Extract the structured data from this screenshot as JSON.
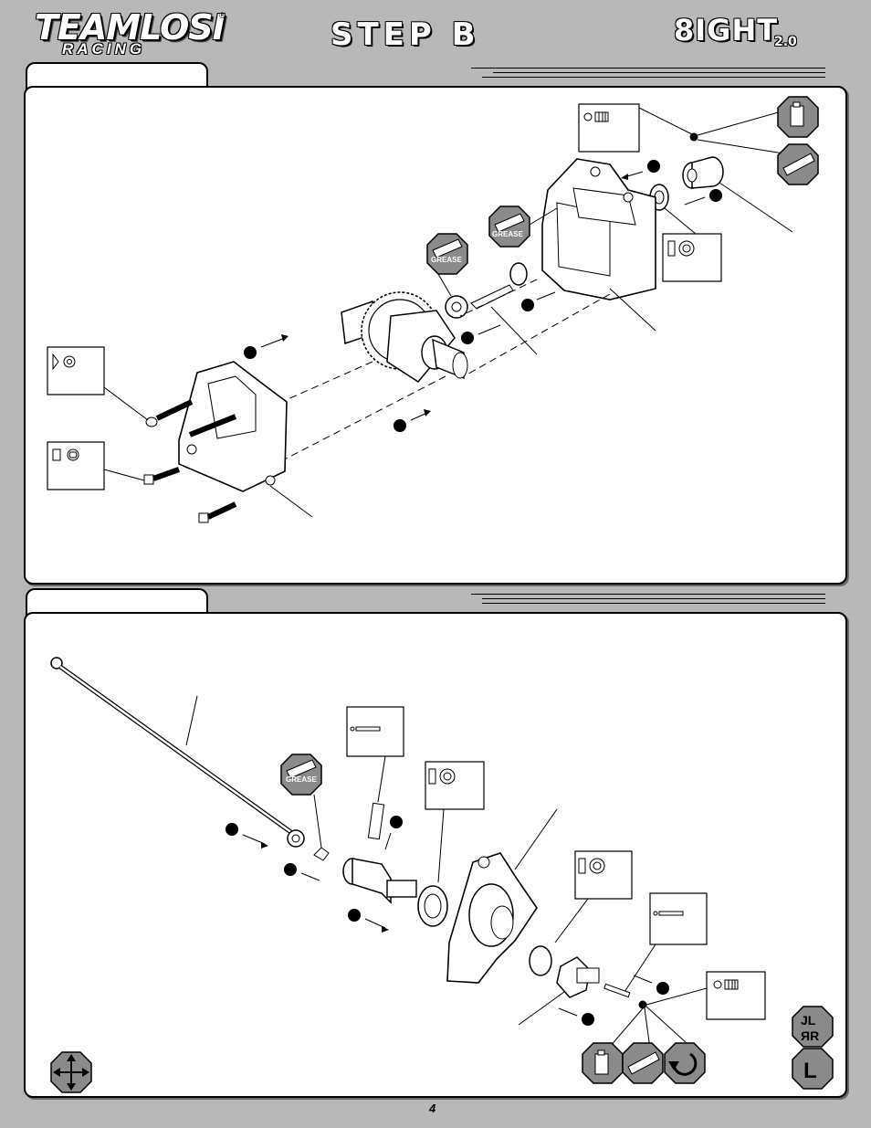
{
  "header": {
    "brand_top": "TEAMLOSI",
    "brand_bottom": "RACING",
    "registered_mark": "®",
    "step_title": "STEP B",
    "model_logo": "8IGHT",
    "model_version": "2.0"
  },
  "labels": {
    "grease": "GREASE"
  },
  "footer": {
    "page_number": "4"
  },
  "colors": {
    "page_background": "#b8b8b8",
    "panel_background": "#ffffff",
    "icon_octagon": "#8a8a8a",
    "outline": "#000000"
  },
  "icons": {
    "panel1": [
      "setscrew-callout-icon",
      "threadlock-octagon-icon",
      "grease-octagon-icon",
      "bearing-callout-icon",
      "flathead-screw-callout-icon",
      "caphead-screw-callout-icon",
      "grease-octagon-icon"
    ],
    "panel2": [
      "pin-callout-icon",
      "bearing-callout-icon",
      "bearing-callout-icon",
      "pin-callout-icon",
      "setscrew-callout-icon",
      "grease-octagon-icon",
      "threadlock-octagon-icon",
      "rotate-arrow-octagon-icon",
      "move-arrows-icon",
      "left-right-icon",
      "left-letter-icon"
    ]
  }
}
